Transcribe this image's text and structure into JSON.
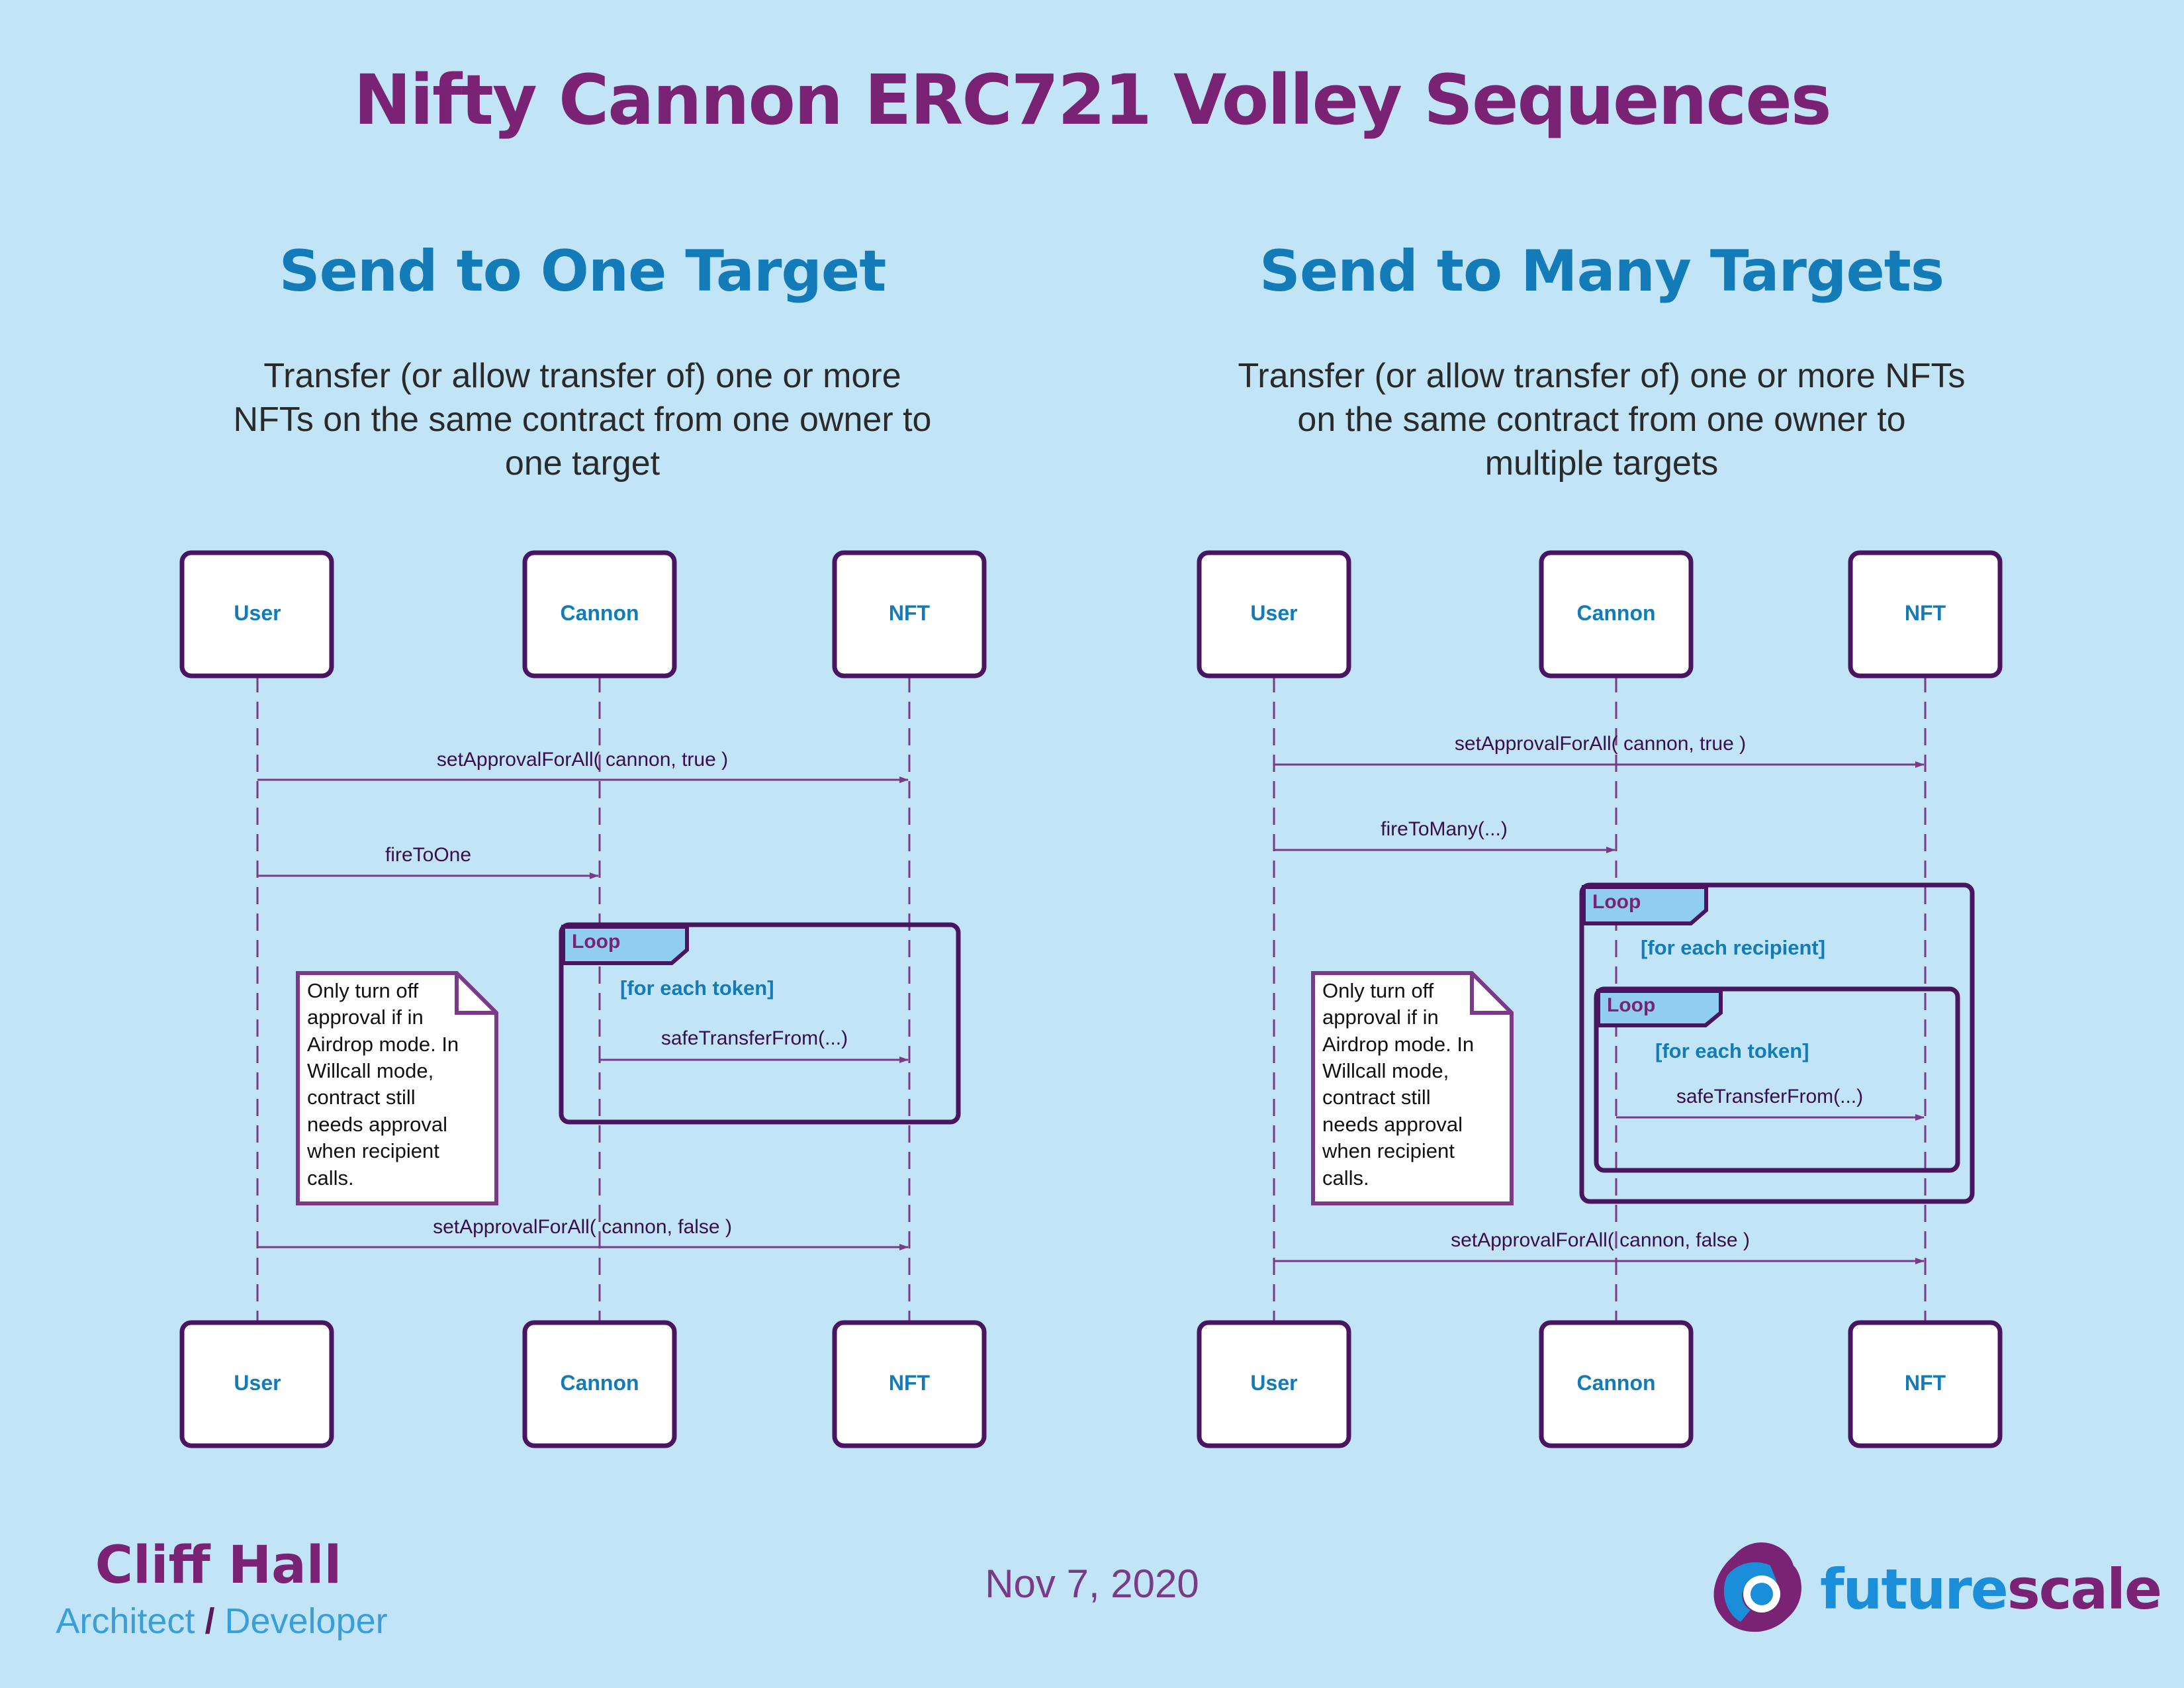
{
  "title": "Nifty Cannon ERC721 Volley Sequences",
  "left": {
    "heading": "Send to One Target",
    "description_lines": [
      "Transfer (or allow transfer of) one or more",
      "NFTs on the same contract from one owner to",
      "one target"
    ],
    "participants": [
      "User",
      "Cannon",
      "NFT"
    ],
    "messages": {
      "approve_on": "setApprovalForAll( cannon, true )",
      "fire": "fireToOne",
      "transfer": "safeTransferFrom(...)",
      "approve_off": "setApprovalForAll( cannon, false )"
    },
    "loop": {
      "label": "Loop",
      "guard": "[for each token]"
    },
    "note_lines": [
      "Only turn off",
      "approval if in",
      "Airdrop mode. In",
      "Willcall mode,",
      "contract still",
      "needs approval",
      "when recipient",
      "calls."
    ]
  },
  "right": {
    "heading": "Send to Many Targets",
    "description_lines": [
      "Transfer (or allow transfer of) one or more NFTs",
      "on the same contract from one owner to",
      "multiple targets"
    ],
    "participants": [
      "User",
      "Cannon",
      "NFT"
    ],
    "messages": {
      "approve_on": "setApprovalForAll( cannon, true )",
      "fire": "fireToMany(...)",
      "transfer": "safeTransferFrom(...)",
      "approve_off": "setApprovalForAll( cannon, false )"
    },
    "outer_loop": {
      "label": "Loop",
      "guard": "[for each recipient]"
    },
    "inner_loop": {
      "label": "Loop",
      "guard": "[for each token]"
    },
    "note_lines": [
      "Only turn off",
      "approval if in",
      "Airdrop mode. In",
      "Willcall mode,",
      "contract still",
      "needs approval",
      "when recipient",
      "calls."
    ]
  },
  "footer": {
    "author": "Cliff Hall",
    "role_a": "Architect",
    "role_sep": "/",
    "role_b": "Developer",
    "date": "Nov 7, 2020",
    "logo_part1": "future",
    "logo_part2": "scale"
  },
  "colors": {
    "background": "#c2e4f7",
    "purple": "#7a2274",
    "blue": "#137cb8",
    "box_border": "#4a1560",
    "arrow": "#7a3a86",
    "loop_tab": "#90cdf0"
  }
}
